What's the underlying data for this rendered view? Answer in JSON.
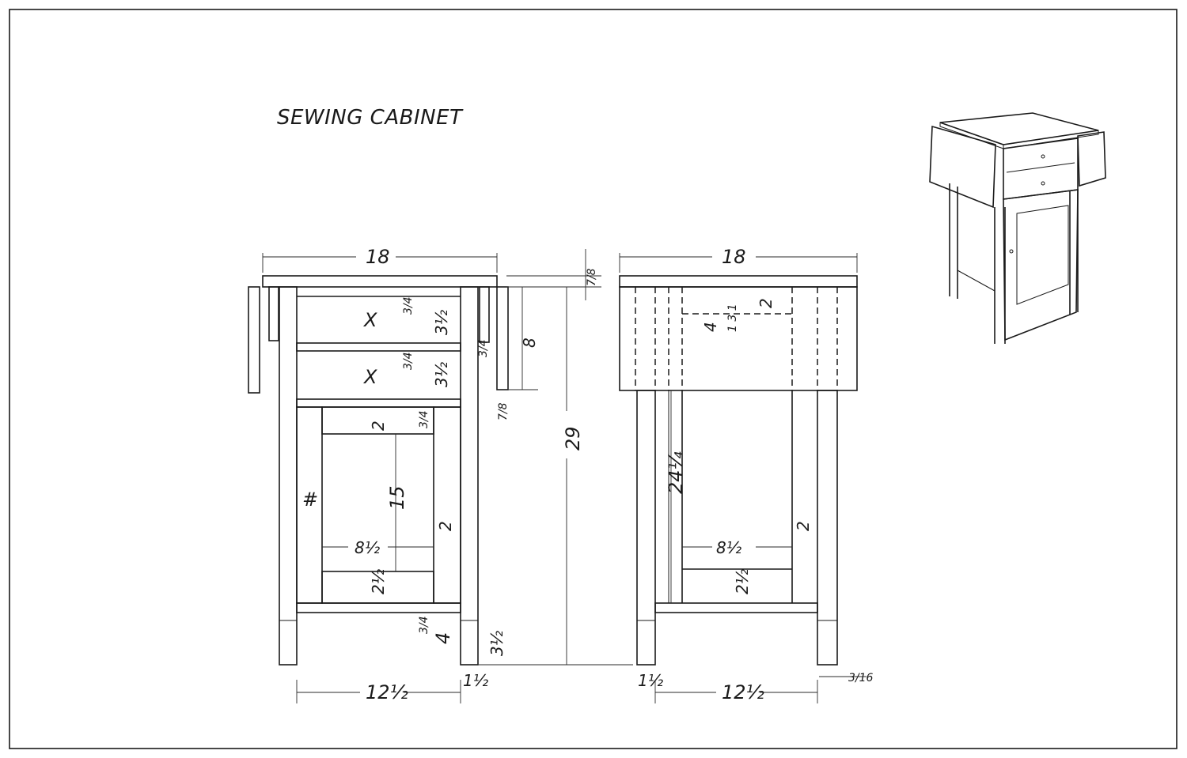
{
  "title": "SEWING CABINET",
  "front_view": {
    "overall_width": "18",
    "inside_width": "12½",
    "leg_width": "1½",
    "drawer_rail": "3/4",
    "drawer_height": "3½",
    "drawer_height_2": "3½",
    "drawer_rail_2": "3/4",
    "rail_3": "3/4",
    "panel_top_rail": "2",
    "panel_height": "15",
    "panel_width": "8½",
    "panel_stile": "2",
    "panel_bottom_rail": "2½",
    "bottom_rail": "3/4",
    "bottom_gap": "4",
    "leg_foot": "3½",
    "top_thickness": "7/8",
    "leaf_height": "8",
    "leaf_gap": "3/4",
    "leaf_thickness": "7/8",
    "overall_height": "29",
    "knob_mark": "X",
    "hinge_mark": "#"
  },
  "side_view": {
    "overall_width": "18",
    "inside_width": "12½",
    "leg_width": "1½",
    "taper": "3/16",
    "leg_height": "24¼",
    "stile": "2",
    "panel_width": "8½",
    "bottom_rail": "2½",
    "guide_offset": "2",
    "guide_width": "4",
    "guide_dims": "1 3 1"
  },
  "colors": {
    "ink": "#1a1a1a",
    "paper": "#ffffff"
  }
}
